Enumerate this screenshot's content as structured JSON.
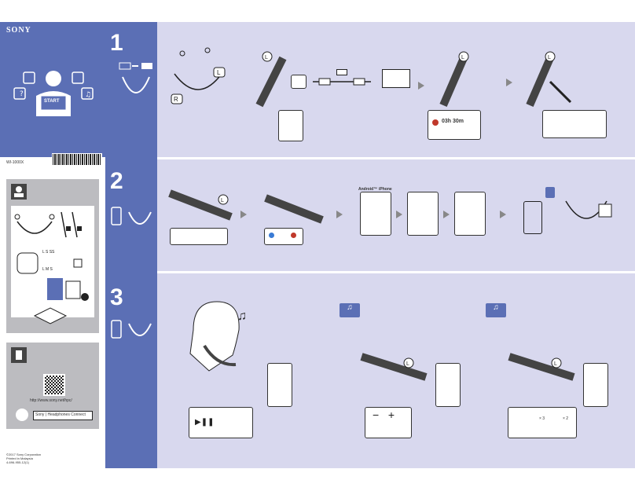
{
  "brand": "SONY",
  "model": "WI-1000X",
  "start_label": "START",
  "steps": {
    "step1": "1",
    "step2": "2",
    "step3": "3"
  },
  "step1": {
    "left_label": "L",
    "right_label": "R",
    "charge_time": "03h 30m"
  },
  "step2": {
    "android": "Android™",
    "iphone": "iPhone"
  },
  "step3": {
    "x3": "× 3",
    "x2": "× 2"
  },
  "sidebar": {
    "url": "http://www.sony.net/hpc/",
    "app_name": "Sony | Headphones Connect",
    "copyright": "©2017  Sony Corporation",
    "printed": "Printed in Malaysia",
    "code": "4-696-955-12(1)"
  },
  "colors": {
    "accent": "#5b6fb5",
    "content_bg": "#d8d8ee",
    "grey": "#bcbcc0"
  }
}
